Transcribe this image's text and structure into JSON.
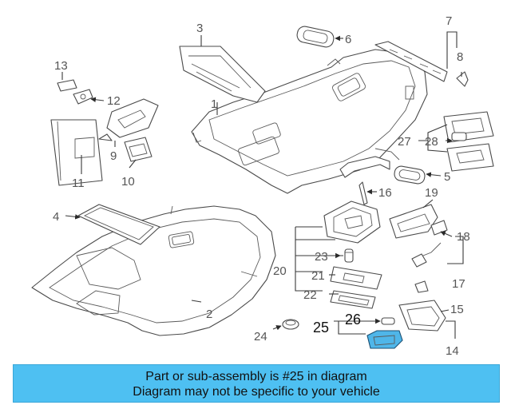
{
  "callouts": [
    "1",
    "2",
    "3",
    "4",
    "5",
    "6",
    "7",
    "8",
    "9",
    "10",
    "11",
    "12",
    "13",
    "14",
    "15",
    "16",
    "17",
    "18",
    "19",
    "20",
    "21",
    "22",
    "23",
    "24",
    "25",
    "26",
    "27",
    "28"
  ],
  "highlight_color": "#4fb6e9",
  "banner": {
    "line1": "Part or sub-assembly is #25 in diagram",
    "line2": "Diagram may not be specific to your vehicle",
    "background": "#4ec0f2"
  }
}
